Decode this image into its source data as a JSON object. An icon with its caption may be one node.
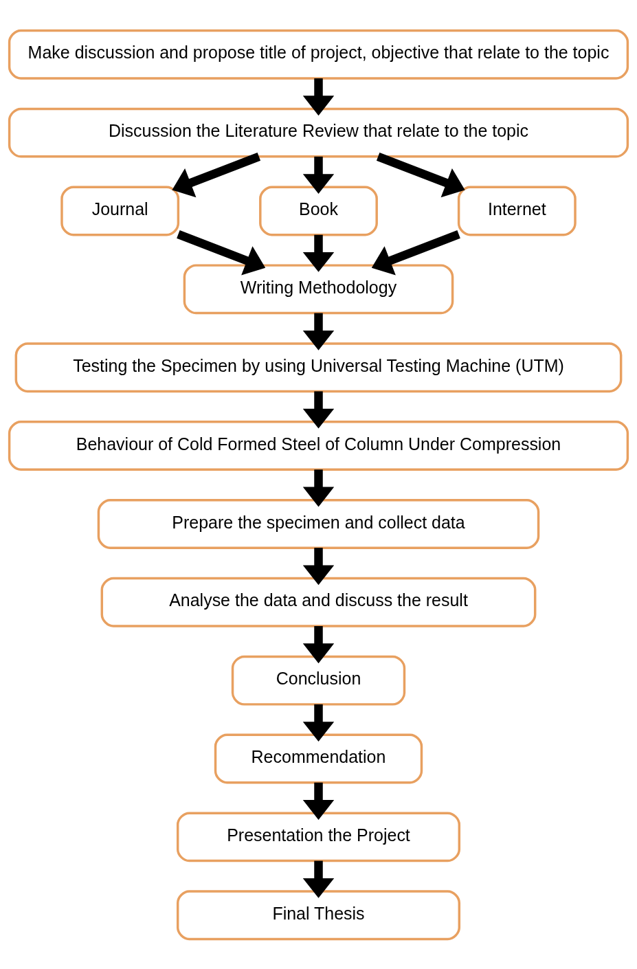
{
  "diagram": {
    "nodes": [
      {
        "text": [
          "Make discussion and propose title of project, objective that relate to the topic"
        ]
      },
      {
        "text": [
          "Discussion the Literature Review that relate to the topic"
        ]
      },
      {
        "text": [
          "Journal"
        ]
      },
      {
        "text": [
          "Book"
        ]
      },
      {
        "text": [
          "Internet"
        ]
      },
      {
        "text": [
          "Writing Methodology"
        ]
      },
      {
        "text": [
          "Testing the Specimen by using Universal Testing Machine (UTM)"
        ]
      },
      {
        "text": [
          "Behaviour of Cold Formed Steel of Column Under Compression"
        ]
      },
      {
        "text": [
          "Prepare the specimen and collect data"
        ]
      },
      {
        "text": [
          "Analyse the data and discuss the result"
        ]
      },
      {
        "text": [
          "Conclusion"
        ]
      },
      {
        "text": [
          "Recommendation"
        ]
      },
      {
        "text": [
          "Presentation the Project"
        ]
      },
      {
        "text": [
          "Final Thesis"
        ]
      }
    ],
    "edges": [
      {
        "from": 0,
        "to": 1,
        "arrow": "to"
      },
      {
        "from": 1,
        "to": 2,
        "arrow": "to"
      },
      {
        "from": 1,
        "to": 3,
        "arrow": "to"
      },
      {
        "from": 1,
        "to": 4,
        "arrow": "to"
      },
      {
        "from": 2,
        "to": 5,
        "arrow": "to"
      },
      {
        "from": 3,
        "to": 5,
        "arrow": "to"
      },
      {
        "from": 4,
        "to": 5,
        "arrow": "to"
      },
      {
        "from": 5,
        "to": 6,
        "arrow": "to"
      },
      {
        "from": 6,
        "to": 7,
        "arrow": "to"
      },
      {
        "from": 7,
        "to": 8,
        "arrow": "to"
      },
      {
        "from": 8,
        "to": 9,
        "arrow": "to"
      },
      {
        "from": 9,
        "to": 10,
        "arrow": "to"
      },
      {
        "from": 10,
        "to": 11,
        "arrow": "to"
      },
      {
        "from": 11,
        "to": 12,
        "arrow": "to"
      },
      {
        "from": 12,
        "to": 13,
        "arrow": "to"
      }
    ]
  }
}
